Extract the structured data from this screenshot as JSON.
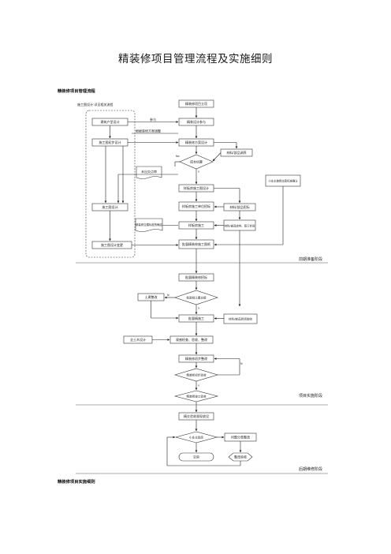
{
  "header_mark": "· · ·",
  "title": "精装修项目管理流程及实施细则",
  "section1_heading": "精装修项目管理流程",
  "section2_heading": "精装修项目实施细则",
  "footer_mark": "· · ·",
  "flow": {
    "group_label": "施工图设计:详见相关流程",
    "left": {
      "architecture_design": "建筑户型设计",
      "construction_detail_design": "施工图初步设计",
      "construction_design": "施工图设计",
      "construction_change": "施工图设计变更"
    },
    "center": {
      "project_start": "精装修项目立项",
      "design_participation": "精装设计参与",
      "design_plan": "精装修方案设计",
      "cost_check": "成本估算",
      "sample_design": "样板房施工图设计",
      "sample_bid": "样板房施工单位招标",
      "sample_construction": "样板房施工",
      "bulk_drawing": "批量精装修施工图纸",
      "bulk_bid": "批量精装修招标",
      "check_civil": "检验批土建交接",
      "bulk_construction": "批量精施工",
      "sample_check": "观感检查、验收、整改",
      "acceptance_rectify": "精装修初步整改",
      "final_check": "精装修初步验收",
      "final_acceptance": "精装修竣工验收",
      "handover_check": "精交验收观现收设",
      "owner_check": "小业主验房",
      "delivery": "交房"
    },
    "right": {
      "material_bid": "材料/部品调养",
      "material_confirm": "材料/部品招标",
      "material_contract": "材料/部品定样、签订合同",
      "material_arrival": "材料/部品到货验收",
      "owner_rectify": "问题分类整改",
      "rectify_accept": "整改验收",
      "plan_confirm": "小业主装修交房标准确认"
    },
    "notes": {
      "participate": "参与",
      "adjust_plan": "根据装修方案调整",
      "cost_feedback": "未出交点审",
      "sample_confirm": "精装修交楼标准的确定",
      "civil_rectify": "土建整改",
      "general_contractor": "全土木设计",
      "no1": "No",
      "yes1": "Y",
      "no2": "N",
      "yes2": "Y",
      "no3": "N",
      "yes3": "Y"
    },
    "phases": {
      "phase1": "前期准备阶段",
      "phase2": "项目实施阶段",
      "phase3": "后期维修阶段"
    }
  }
}
